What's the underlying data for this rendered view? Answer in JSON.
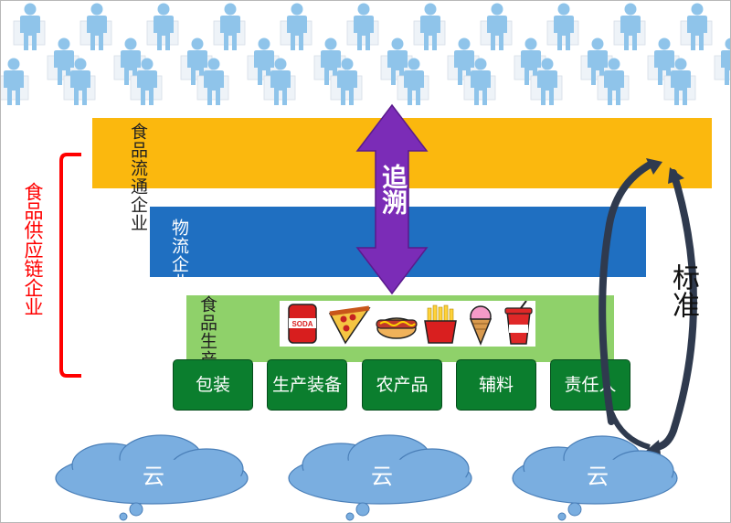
{
  "diagram": {
    "consumers": {
      "person_icon": "person-icon",
      "color": "#8fc4ea"
    },
    "bands": [
      {
        "id": "circulation",
        "label": "食品流通企业",
        "color": "#fbb80e"
      },
      {
        "id": "logistics",
        "label": "物流企业",
        "color": "#1f6fc1"
      },
      {
        "id": "production",
        "label": "食品生产企业",
        "color": "#8fd16a"
      }
    ],
    "food_icons": [
      "soda-can-icon",
      "pizza-icon",
      "hotdog-icon",
      "fries-icon",
      "ice-cream-icon",
      "drink-cup-icon"
    ],
    "supply_chain_label": "食品供应链企业",
    "boxes": [
      {
        "label": "包装"
      },
      {
        "label": "生产装备"
      },
      {
        "label": "农产品"
      },
      {
        "label": "辅料"
      },
      {
        "label": "责任人"
      }
    ],
    "trace_label": "追溯",
    "standard_label": "标准",
    "clouds": [
      {
        "label": "云"
      },
      {
        "label": "云"
      },
      {
        "label": "云"
      }
    ],
    "colors": {
      "box_fill": "#0b7e2e",
      "trace_arrow": "#7b2cb7",
      "bracket": "#ff0000",
      "cloud": "#7aaee0",
      "standard_arrow": "#2f3a4e"
    }
  }
}
